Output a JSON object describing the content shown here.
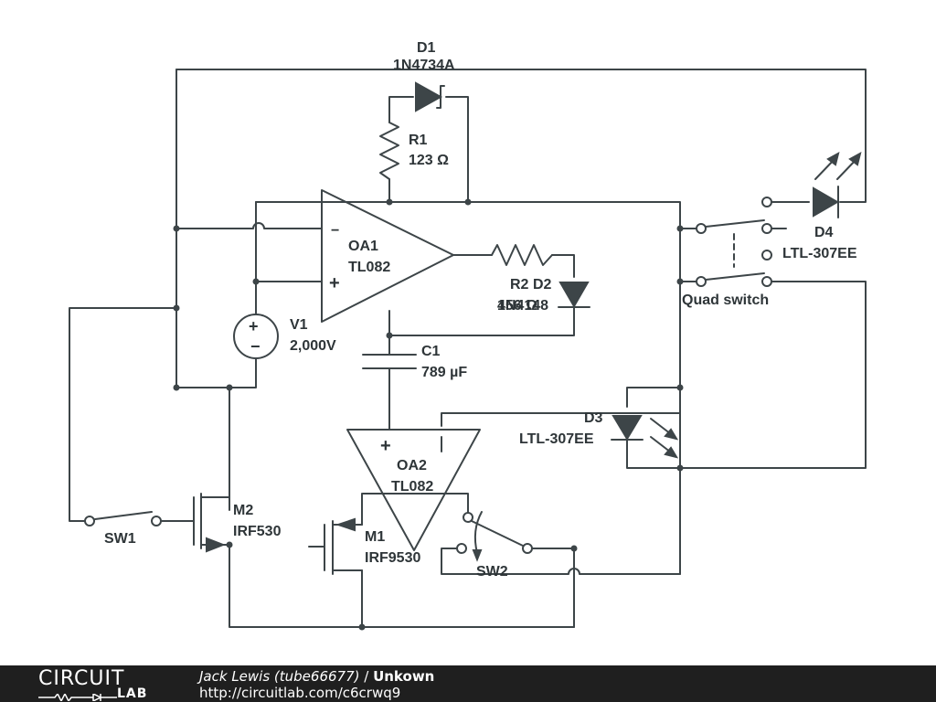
{
  "components": {
    "d1": {
      "ref": "D1",
      "value": "1N4734A"
    },
    "r1": {
      "ref": "R1",
      "value": "123 Ω"
    },
    "oa1": {
      "ref": "OA1",
      "value": "TL082"
    },
    "r2": {
      "ref": "R2",
      "value": "456 Ω"
    },
    "d2": {
      "ref": "D2",
      "value": "1N4148"
    },
    "v1": {
      "ref": "V1",
      "value": "2,000V"
    },
    "c1": {
      "ref": "C1",
      "value": "789 µF"
    },
    "oa2": {
      "ref": "OA2",
      "value": "TL082"
    },
    "m1": {
      "ref": "M1",
      "value": "IRF9530"
    },
    "m2": {
      "ref": "M2",
      "value": "IRF530"
    },
    "sw1": {
      "ref": "SW1"
    },
    "sw2": {
      "ref": "SW2"
    },
    "d3": {
      "ref": "D3",
      "value": "LTL-307EE"
    },
    "d4": {
      "ref": "D4",
      "value": "LTL-307EE"
    },
    "quad": {
      "label": "Quad switch"
    }
  },
  "symbols": {
    "minus": "−",
    "plus": "+"
  },
  "footer": {
    "logo_top": "CIRCUIT",
    "logo_bottom": "LAB",
    "author": "Jack Lewis (tube66677)",
    "separator": " / ",
    "title": "Unkown",
    "url": "http://circuitlab.com/c6crwq9"
  }
}
